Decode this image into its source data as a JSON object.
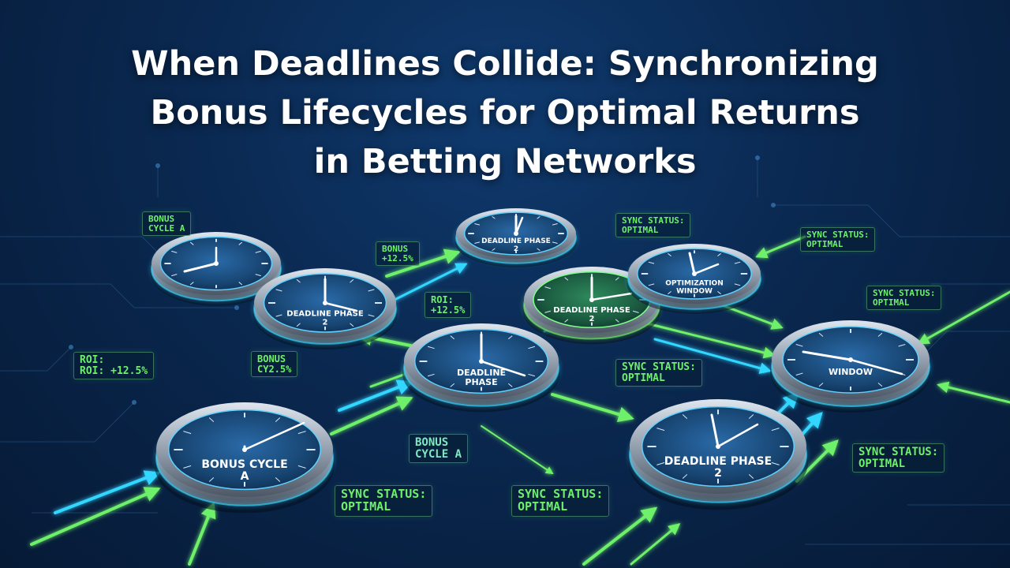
{
  "title": {
    "line1": "When Deadlines Collide: Synchronizing",
    "line2": "Bonus Lifecycles for Optimal Returns",
    "line3": "in Betting Networks"
  },
  "colors": {
    "background": "#0a2850",
    "accent_green": "#6ef06a",
    "accent_cyan": "#33d6ff",
    "clock_face": "#1d4f82",
    "clock_face_green": "#1f6b4a",
    "clock_rim": "#a9b6c4",
    "text": "#ffffff"
  },
  "clocks": [
    {
      "id": "c1",
      "label": ""
    },
    {
      "id": "c2",
      "label": "DEADLINE PHASE 2"
    },
    {
      "id": "c3",
      "label": "DEADLINE PHASE 2"
    },
    {
      "id": "c4",
      "label": "DEADLINE PHASE 2"
    },
    {
      "id": "c5",
      "label": "OPTIMIZATION WINDOW"
    },
    {
      "id": "c6",
      "label": "DEADLINE PHASE"
    },
    {
      "id": "c7",
      "label": "WINDOW"
    },
    {
      "id": "c8",
      "label": "BONUS CYCLE A"
    },
    {
      "id": "c9",
      "label": "DEADLINE PHASE 2"
    }
  ],
  "labels": {
    "bonus_cycle_a_top": {
      "line1": "BONUS",
      "line2": "CYCLE A"
    },
    "bonus_pct_top": {
      "line1": "BONUS",
      "line2": "+12.5%"
    },
    "sync_top": {
      "line1": "SYNC STATUS:",
      "line2": "OPTIMAL"
    },
    "sync_right_top": {
      "line1": "SYNC STATUS:",
      "line2": "OPTIMAL"
    },
    "sync_right_mid": {
      "line1": "SYNC STATUS:",
      "line2": "OPTIMAL"
    },
    "roi_mid": {
      "line1": "ROI:",
      "line2": "+12.5%"
    },
    "roi_left": {
      "line1": "ROI:",
      "line2": "ROI: +12.5%"
    },
    "bonus_cy_left": {
      "line1": "BONUS",
      "line2": "CY2.5%"
    },
    "sync_center": {
      "line1": "SYNC STATUS:",
      "line2": "OPTIMAL"
    },
    "bonus_cycle_a_bottom": {
      "line1": "BONUS",
      "line2": "CYCLE A"
    },
    "sync_bottom_left": {
      "line1": "SYNC STATUS:",
      "line2": "OPTIMAL"
    },
    "sync_bottom_center": {
      "line1": "SYNC STATUS:",
      "line2": "OPTIMAL"
    },
    "sync_bottom_right": {
      "line1": "SYNC STATUS:",
      "line2": "OPTIMAL"
    }
  }
}
